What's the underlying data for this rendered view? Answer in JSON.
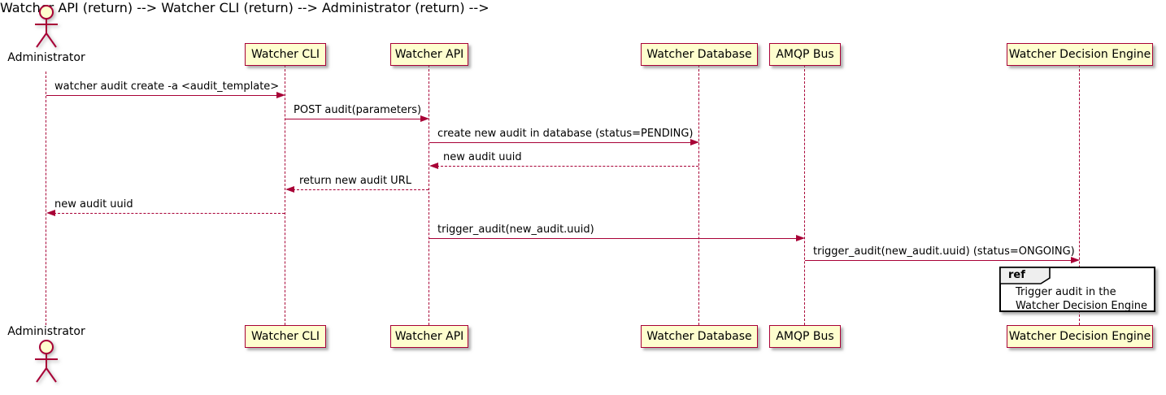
{
  "diagram": {
    "type": "sequence",
    "colors": {
      "participant_fill": "#FEFECE",
      "participant_border": "#A80036",
      "line_color": "#A80036",
      "text_color": "#000000",
      "ref_header_fill": "#EEEEEE",
      "ref_border": "#000000"
    }
  },
  "participants": [
    {
      "id": "administrator",
      "label": "Administrator",
      "type": "actor"
    },
    {
      "id": "watcher-cli",
      "label": "Watcher CLI",
      "type": "participant"
    },
    {
      "id": "watcher-api",
      "label": "Watcher API",
      "type": "participant"
    },
    {
      "id": "watcher-database",
      "label": "Watcher Database",
      "type": "participant"
    },
    {
      "id": "amqp-bus",
      "label": "AMQP Bus",
      "type": "participant"
    },
    {
      "id": "watcher-decision-engine",
      "label": "Watcher Decision Engine",
      "type": "participant"
    }
  ],
  "messages": [
    {
      "from": "Administrator",
      "to": "Watcher CLI",
      "label": "watcher audit create -a <audit_template>",
      "line": "solid",
      "direction": "right"
    },
    {
      "from": "Watcher CLI",
      "to": "Watcher API",
      "label": "POST audit(parameters)",
      "line": "solid",
      "direction": "right"
    },
    {
      "from": "Watcher API",
      "to": "Watcher Database",
      "label": "create new audit in database (status=PENDING)",
      "line": "solid",
      "direction": "right"
    },
    {
      "from": "Watcher Database",
      "to": "Watcher API",
      "label": "new audit uuid",
      "line": "dashed",
      "direction": "left"
    },
    {
      "from": "Watcher API",
      "to": "Watcher CLI",
      "label": "return new audit URL",
      "line": "dashed",
      "direction": "left"
    },
    {
      "from": "Watcher CLI",
      "to": "Administrator",
      "label": "new audit uuid",
      "line": "dashed",
      "direction": "left"
    },
    {
      "from": "Watcher API",
      "to": "AMQP Bus",
      "label": "trigger_audit(new_audit.uuid)",
      "line": "solid",
      "direction": "right"
    },
    {
      "from": "AMQP Bus",
      "to": "Watcher Decision Engine",
      "label": "trigger_audit(new_audit.uuid) (status=ONGOING)",
      "line": "solid",
      "direction": "right"
    }
  ],
  "ref": {
    "keyword": "ref",
    "over": "Watcher Decision Engine",
    "lines": [
      "Trigger audit in the",
      "Watcher Decision Engine"
    ]
  }
}
